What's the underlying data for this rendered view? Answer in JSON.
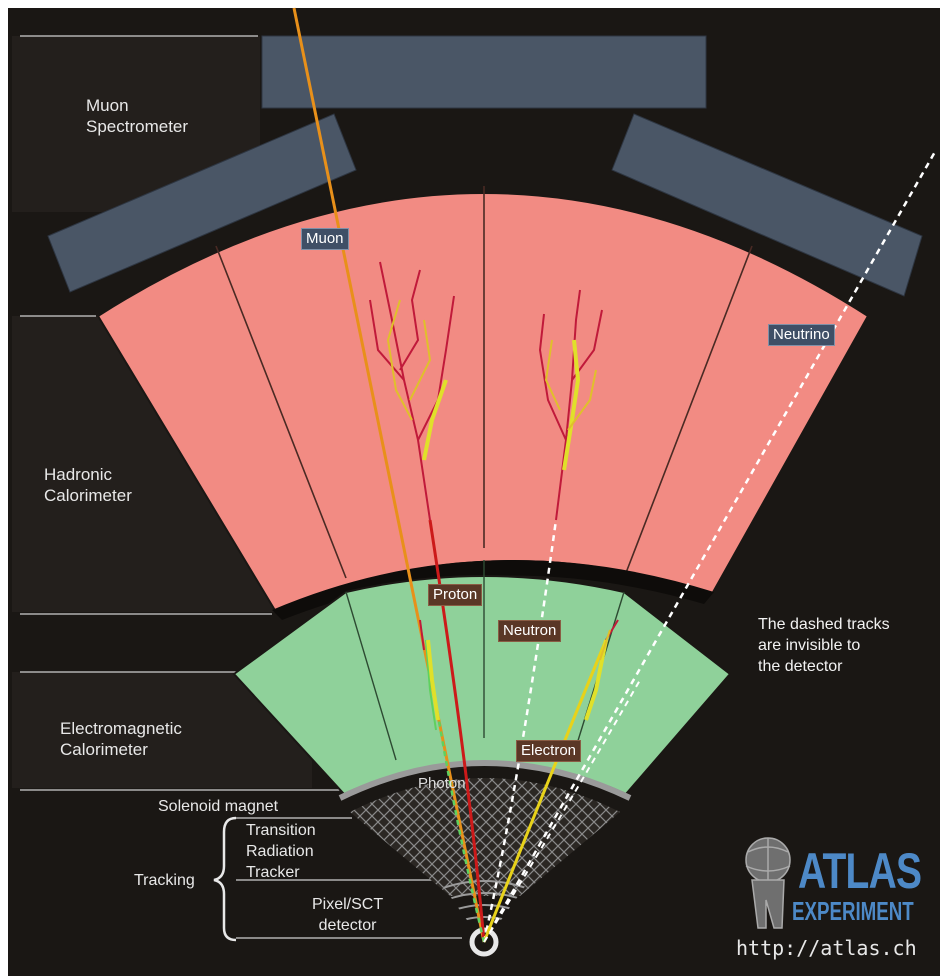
{
  "labels": {
    "muon_spectrometer": "Muon\nSpectrometer",
    "hadronic_calorimeter": "Hadronic\nCalorimeter",
    "electromagnetic_calorimeter": "Electromagnetic\nCalorimeter",
    "solenoid_magnet": "Solenoid magnet",
    "transition_radiation_tracker": "Transition\nRadiation\nTracker",
    "tracking": "Tracking",
    "pixel_sct_detector": "Pixel/SCT\ndetector"
  },
  "particles": {
    "muon": "Muon",
    "neutrino": "Neutrino",
    "proton": "Proton",
    "neutron": "Neutron",
    "electron": "Electron",
    "photon": "Photon"
  },
  "note": "The dashed tracks\nare invisible to\nthe detector",
  "logo": {
    "name": "ATLAS",
    "subtitle": "EXPERIMENT",
    "url": "http://atlas.ch"
  },
  "colors": {
    "background": "#1a1714",
    "hadronic": "#f28b83",
    "electromagnetic": "#8fd19a",
    "muon_chambers": "#4a5666",
    "tracker_grid": "#8a8a8a",
    "muon_track": "#e8901a",
    "proton_track": "#cc1a1a",
    "electron_track": "#e8d21a",
    "photon_track": "#5fd15f",
    "invisible_track": "#ffffff",
    "logo": "#4d89c7"
  }
}
